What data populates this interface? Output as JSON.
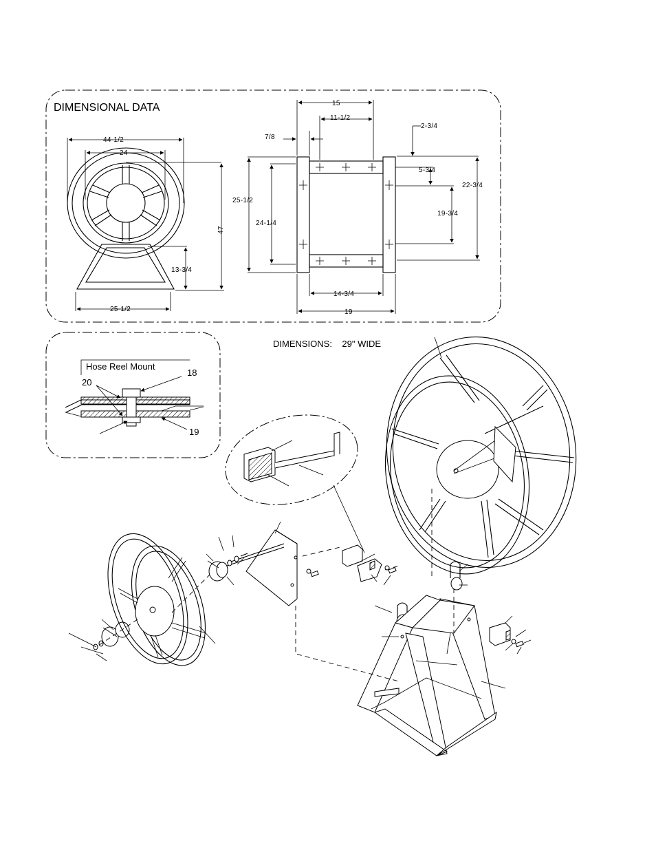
{
  "dimensional_panel": {
    "title": "DIMENSIONAL DATA",
    "front_view": {
      "overall_width": "44-1/2",
      "hub_width": "24",
      "height": "47",
      "axle_height": "13-3/4",
      "base_width": "25-1/2"
    },
    "top_view": {
      "overall": "15",
      "inner": "11-1/2",
      "flange": "7/8",
      "offset": "2-3/4",
      "bracket": "5-3/4",
      "frame_outer": "25-1/2",
      "frame_inner": "24-1/4",
      "span_a": "19-3/4",
      "span_b": "22-3/4",
      "inner_width": "14-3/4",
      "base": "19"
    }
  },
  "mount_panel": {
    "title": "Hose Reel Mount",
    "callouts": [
      "18",
      "20",
      "19"
    ]
  },
  "dimensions_note": "DIMENSIONS:    29\" WIDE"
}
